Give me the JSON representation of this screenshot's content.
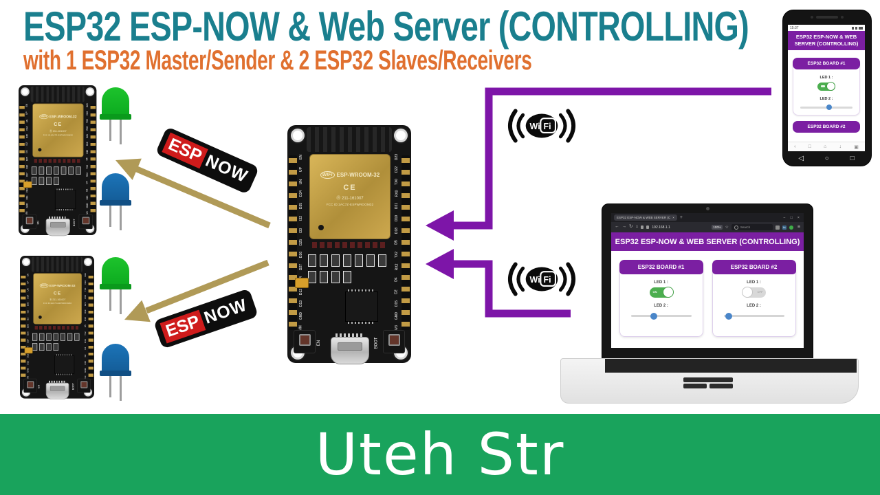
{
  "header": {
    "title": "ESP32 ESP-NOW & Web Server (CONTROLLING)",
    "subtitle": "with 1 ESP32 Master/Sender & 2 ESP32 Slaves/Receivers"
  },
  "footer": {
    "brand": "Uteh Str"
  },
  "colors": {
    "title_teal": "#1A7F8E",
    "subtitle_orange": "#E0702F",
    "ui_purple": "#7B1FA2",
    "arrow_purple": "#7D15A8",
    "arrow_tan": "#B09A57",
    "footer_green": "#19A35C",
    "toggle_green": "#4CAE4F",
    "slider_blue": "#4A86C9",
    "led_green": "#0FB325",
    "led_blue": "#1A6FB5",
    "badge_red": "#CF1B1B"
  },
  "esp_now_badge": {
    "esp": "ESP",
    "now": "NOW"
  },
  "wifi_icon": {
    "wi": "Wi",
    "fi": "Fi"
  },
  "esp32_board": {
    "wifi_logo": "WiFi",
    "module_label": "ESP-WROOM-32",
    "ce_mark": "CE",
    "reg_mark": "Ⓡ",
    "reg_number": "211-161007",
    "fcc_line": "FCC ID:2AC7Z-ESPWROOM32",
    "en_button": "EN",
    "boot_button": "BOOT",
    "left_pins": [
      "EN",
      "UP",
      "UN",
      "D34",
      "D35",
      "I32",
      "I33",
      "D25",
      "D26",
      "D27",
      "D14",
      "D12",
      "D13",
      "GND",
      "VIN"
    ],
    "right_pins": [
      "D23",
      "D22",
      "TX0",
      "RX0",
      "D21",
      "D19",
      "D18",
      "D5",
      "TX2",
      "RX2",
      "D4",
      "D2",
      "D15",
      "GND",
      "3V3"
    ]
  },
  "phone": {
    "time": "15:37",
    "page_header": "ESP32 ESP-NOW & WEB SERVER (CONTROLLING)",
    "board1": {
      "title": "ESP32 BOARD #1",
      "led1_label": "LED 1 :",
      "led1_state": "on",
      "led2_label": "LED 2 :",
      "led2_percent": 55
    },
    "board2": {
      "title": "ESP32 BOARD #2"
    },
    "browser_nav": {
      "back": "‹",
      "tabs": "□",
      "home": "⌂",
      "download": "↓",
      "menu": "▣"
    },
    "android_nav": {
      "back": "◁",
      "home": "○",
      "recents": "□"
    }
  },
  "laptop": {
    "tab_title": "ESP32 ESP-NOW & WEB SERVER (C",
    "url": "192.168.1.1",
    "zoom_level": "110%",
    "search_placeholder": "Search",
    "page_header": "ESP32 ESP-NOW & WEB SERVER (CONTROLLING)",
    "board1": {
      "title": "ESP32 BOARD #1",
      "led1_label": "LED 1 :",
      "toggle_text": "ON",
      "led1_state": "on",
      "led2_label": "LED 2 :",
      "led2_percent": 38
    },
    "board2": {
      "title": "ESP32 BOARD #2",
      "led1_label": "LED 1 :",
      "toggle_text": "OFF",
      "led1_state": "off",
      "led2_label": "LED 2 :",
      "led2_percent": 8
    }
  },
  "icons": {
    "back_arrow": "←",
    "forward_arrow": "→",
    "reload": "↻",
    "home": "⌂",
    "star": "☆",
    "menu": "≡",
    "minimize": "−",
    "maximize": "□",
    "close": "×",
    "new_tab": "+",
    "tab_close": "×",
    "ext_in": "in"
  }
}
